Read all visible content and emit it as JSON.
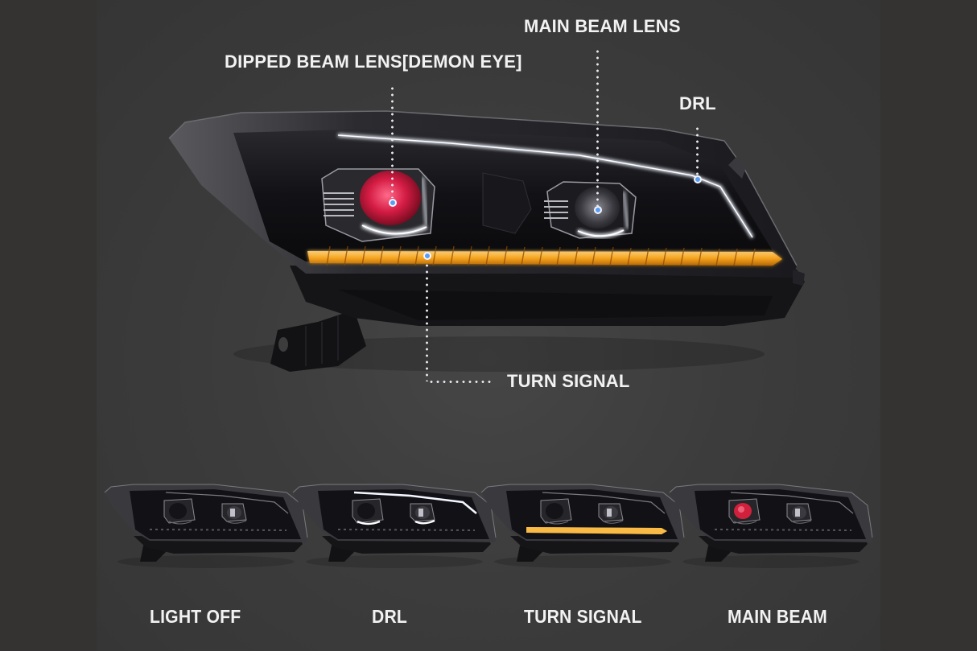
{
  "colors": {
    "background": "#343332",
    "panel": "#3c3c3c",
    "label_text": "#f2f2f2",
    "callout_dot": "#5b9df0",
    "turn_signal_amber": "#f5a623",
    "demon_eye_red": "#d0203c",
    "drl_white": "#eef2ff"
  },
  "main_headlamp": {
    "callouts": [
      {
        "id": "dipped-beam",
        "label": "DIPPED BEAM LENS[DEMON EYE]"
      },
      {
        "id": "main-beam",
        "label": "MAIN BEAM LENS"
      },
      {
        "id": "drl",
        "label": "DRL"
      },
      {
        "id": "turn-signal",
        "label": "TURN SIGNAL"
      }
    ]
  },
  "modes": [
    {
      "label": "LIGHT OFF",
      "drl": false,
      "turn": false,
      "main": false
    },
    {
      "label": "DRL",
      "drl": true,
      "turn": false,
      "main": false
    },
    {
      "label": "TURN SIGNAL",
      "drl": false,
      "turn": true,
      "main": false
    },
    {
      "label": "MAIN BEAM",
      "drl": false,
      "turn": false,
      "main": true
    }
  ]
}
